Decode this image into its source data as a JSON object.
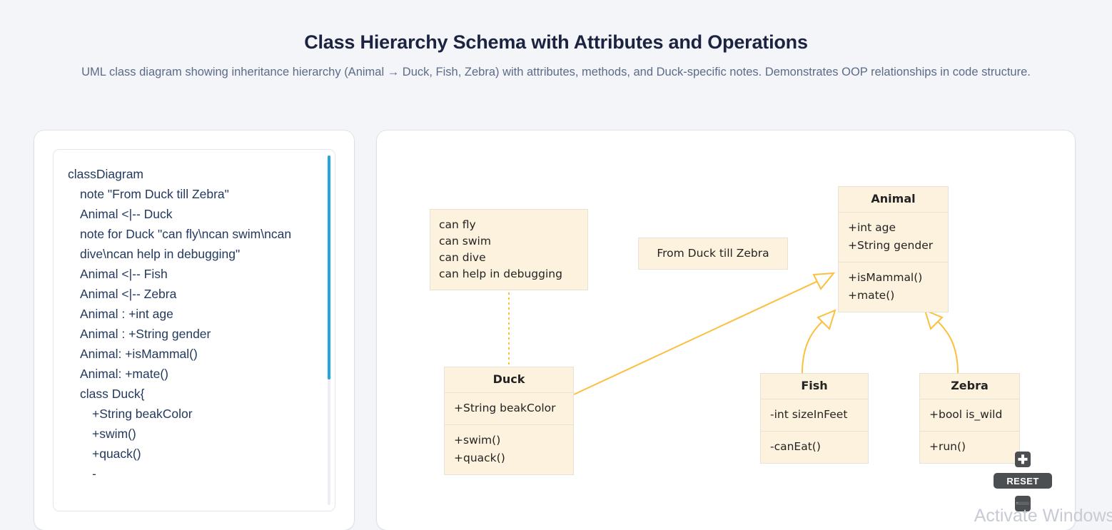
{
  "header": {
    "title": "Class Hierarchy Schema with Attributes and Operations",
    "subtitle": "UML class diagram showing inheritance hierarchy (Animal → Duck, Fish, Zebra) with attributes, methods, and Duck-specific notes. Demonstrates OOP relationships in code structure."
  },
  "code": {
    "lines": [
      {
        "text": "classDiagram",
        "indent": 0
      },
      {
        "text": "note \"From Duck till Zebra\"",
        "indent": 1
      },
      {
        "text": "Animal <|-- Duck",
        "indent": 1
      },
      {
        "text": "note for Duck \"can fly\\ncan swim\\ncan dive\\ncan help in debugging\"",
        "indent": 1
      },
      {
        "text": "Animal <|-- Fish",
        "indent": 1
      },
      {
        "text": "Animal <|-- Zebra",
        "indent": 1
      },
      {
        "text": "Animal : +int age",
        "indent": 1
      },
      {
        "text": "Animal : +String gender",
        "indent": 1
      },
      {
        "text": "Animal: +isMammal()",
        "indent": 1
      },
      {
        "text": "Animal: +mate()",
        "indent": 1
      },
      {
        "text": "class Duck{",
        "indent": 1
      },
      {
        "text": "+String beakColor",
        "indent": 2
      },
      {
        "text": "+swim()",
        "indent": 2
      },
      {
        "text": "+quack()",
        "indent": 2
      },
      {
        "text": "-",
        "indent": 2
      }
    ]
  },
  "diagram": {
    "classes": [
      {
        "id": "animal",
        "name": "Animal",
        "attributes": [
          "+int age",
          "+String gender"
        ],
        "methods": [
          "+isMammal()",
          "+mate()"
        ]
      },
      {
        "id": "duck",
        "name": "Duck",
        "attributes": [
          "+String beakColor"
        ],
        "methods": [
          "+swim()",
          "+quack()"
        ]
      },
      {
        "id": "fish",
        "name": "Fish",
        "attributes": [
          "-int sizeInFeet"
        ],
        "methods": [
          "-canEat()"
        ]
      },
      {
        "id": "zebra",
        "name": "Zebra",
        "attributes": [
          "+bool is_wild"
        ],
        "methods": [
          "+run()"
        ]
      }
    ],
    "notes": [
      {
        "id": "duck-note",
        "lines": [
          "can fly",
          "can swim",
          "can dive",
          "can help in debugging"
        ]
      },
      {
        "id": "general-note",
        "lines": [
          "From Duck till Zebra"
        ]
      }
    ],
    "relations": [
      {
        "from": "Duck",
        "to": "Animal",
        "type": "generalization"
      },
      {
        "from": "Fish",
        "to": "Animal",
        "type": "generalization"
      },
      {
        "from": "Zebra",
        "to": "Animal",
        "type": "generalization"
      }
    ],
    "colors": {
      "box_fill": "#fdf2dd",
      "box_border": "#e6e2d8",
      "relation_line": "#fcbf3e",
      "text": "#232323"
    }
  },
  "zoom_controls": {
    "zoom_in_label": "✚",
    "reset_label": "RESET",
    "zoom_out_label": "➖"
  },
  "watermark": {
    "text": "Activate Windows"
  }
}
